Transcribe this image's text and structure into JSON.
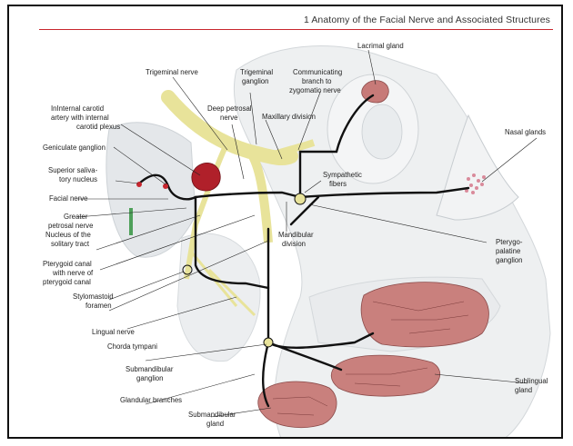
{
  "header": {
    "title": "1 Anatomy of the Facial Nerve and Associated Structures",
    "accent_color": "#c8262e"
  },
  "colors": {
    "nerve": "#111111",
    "autonomic": "#e8e39a",
    "gland": "#c9807d",
    "lacrimal": "#c77a78",
    "nasal_gland_dots": "#d98a9a",
    "vessel": "#b0202a",
    "background_anatomy": "#e6e8ea"
  },
  "labels": {
    "lacrimal_gland": "Lacrimal gland",
    "trigeminal_nerve": "Trigeminal nerve",
    "trigeminal_ganglion": [
      "Trigeminal",
      "ganglion"
    ],
    "communicating_branch": [
      "Communicating",
      "branch to",
      "zygomatic nerve"
    ],
    "internal_carotid": [
      "InInternal carotid",
      "artery with internal",
      "carotid plexus"
    ],
    "deep_petrosal": [
      "Deep petrosal",
      "nerve"
    ],
    "maxillary_division": "Maxillary division",
    "nasal_glands": "Nasal glands",
    "geniculate_ganglion": "Geniculate ganglion",
    "superior_salivatory": [
      "Superior saliva-",
      "tory nucleus"
    ],
    "sympathetic_fibers": [
      "Sympathetic",
      "fibers"
    ],
    "facial_nerve": "Facial nerve",
    "greater_petrosal": [
      "Greater",
      "petrosal nerve"
    ],
    "nucleus_solitary": [
      "Nucleus of the",
      "solitary tract"
    ],
    "mandibular_division": [
      "Mandibular",
      "division"
    ],
    "pterygopalatine": [
      "Pterygo-",
      "palatine",
      "ganglion"
    ],
    "pterygoid_canal": [
      "Pterygoid canal",
      "with nerve of",
      "pterygoid canal"
    ],
    "stylomastoid": [
      "Stylomastoid",
      "foramen"
    ],
    "lingual_nerve": "Lingual nerve",
    "chorda_tympani": "Chorda tympani",
    "submandibular_ganglion": [
      "Submandibular",
      "ganglion"
    ],
    "glandular_branches": "Glandular branches",
    "submandibular_gland": [
      "Submandibular",
      "gland"
    ],
    "sublingual_gland": [
      "Sublingual",
      "gland"
    ]
  }
}
